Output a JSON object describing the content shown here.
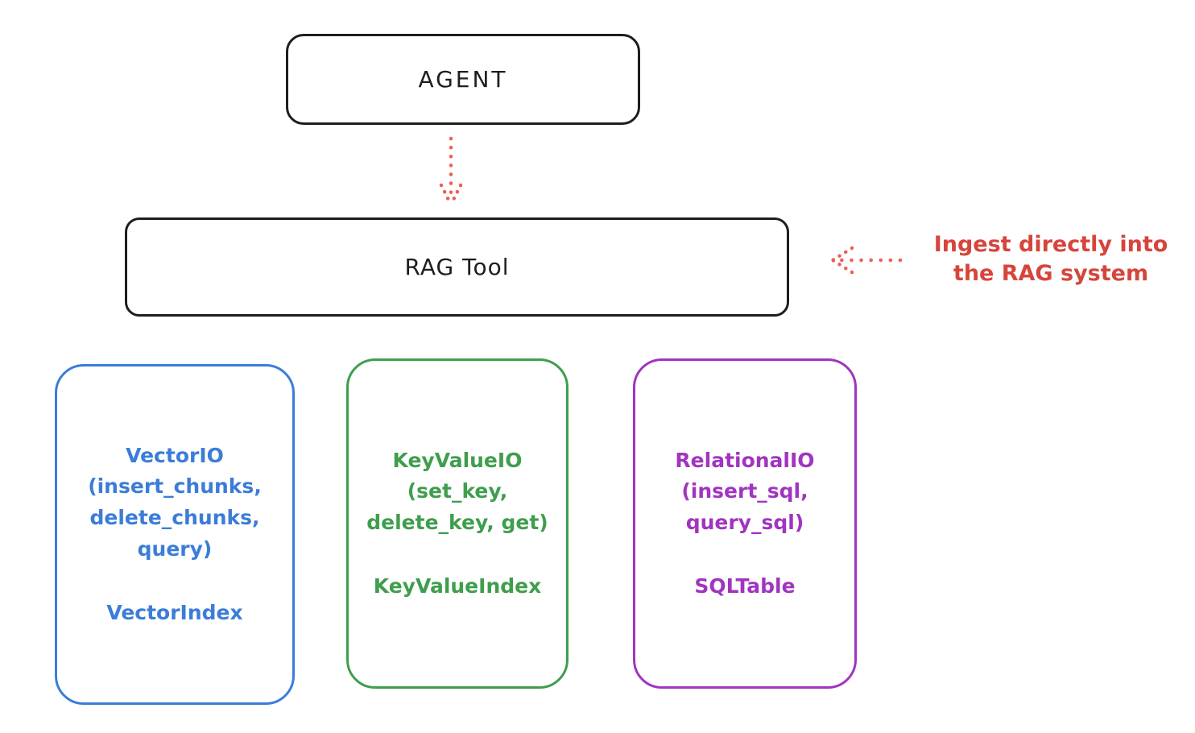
{
  "agent": {
    "label": "AGENT"
  },
  "rag_tool": {
    "label": "RAG Tool"
  },
  "annotation": {
    "line1": "Ingest directly into",
    "line2": "the RAG system",
    "color": "#d6453c"
  },
  "arrows": {
    "color": "#ef5f57"
  },
  "outline_color": "#1e1e1e",
  "components": [
    {
      "id": "vector-io",
      "color": "#3b7dd8",
      "io_lines": [
        "VectorIO",
        "(insert_chunks,",
        "delete_chunks,",
        "query)"
      ],
      "index_label": "VectorIndex"
    },
    {
      "id": "key-value-io",
      "color": "#3f9e4d",
      "io_lines": [
        "KeyValueIO",
        "(set_key,",
        "delete_key, get)",
        ""
      ],
      "index_label": "KeyValueIndex"
    },
    {
      "id": "relational-io",
      "color": "#a134c1",
      "io_lines": [
        "RelationalIO",
        "(insert_sql,",
        "query_sql)",
        ""
      ],
      "index_label": "SQLTable"
    }
  ]
}
